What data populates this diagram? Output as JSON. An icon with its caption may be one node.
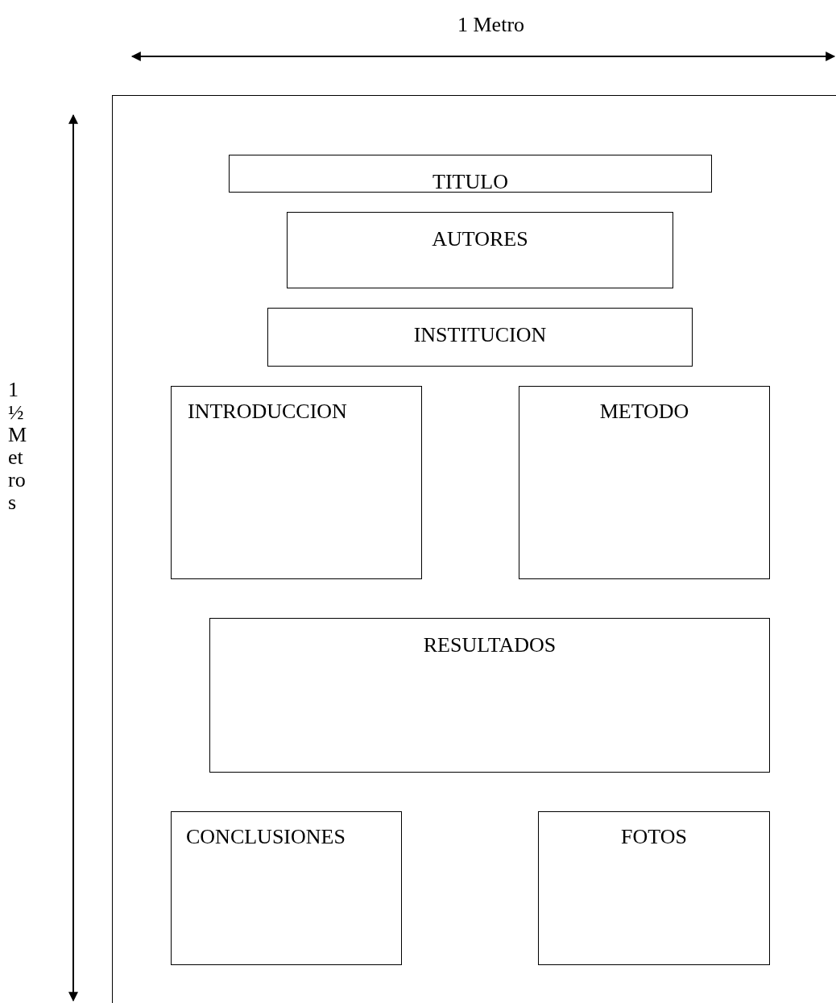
{
  "diagram": {
    "nodes": [
      {
        "text": [],
        "shape": "box"
      },
      {
        "text": [
          "TITULO"
        ],
        "in": 0
      },
      {
        "text": [
          "AUTORES"
        ],
        "in": 0
      },
      {
        "text": [
          "INSTITUCION"
        ],
        "in": 0
      },
      {
        "text": [
          "INTRODUCCION"
        ],
        "in": 0
      },
      {
        "text": [
          "METODO"
        ],
        "in": 0
      },
      {
        "text": [
          "RESULTADOS"
        ],
        "in": 0
      },
      {
        "text": [
          "CONCLUSIONES"
        ],
        "in": 0
      },
      {
        "text": [
          "FOTOS"
        ],
        "in": 0
      }
    ],
    "edges": [],
    "labels": [
      "1 Metro",
      "1 ½ Metros"
    ]
  }
}
